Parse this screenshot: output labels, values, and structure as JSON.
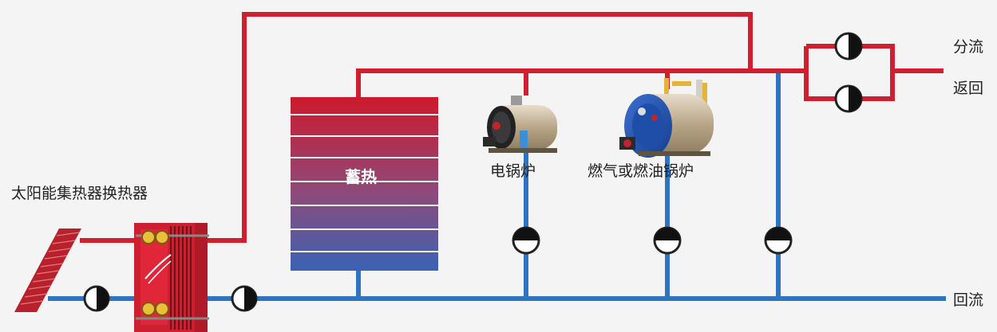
{
  "labels": {
    "solar_collector_exchanger": "太阳能集热器换热器",
    "storage_tank": "蓄热",
    "electric_boiler": "电锅炉",
    "gas_oil_boiler": "燃气或燃油锅炉",
    "supply_branch": "分流",
    "return_branch": "返回",
    "main_return": "回流"
  },
  "colors": {
    "hot_pipe": "#d0202f",
    "cold_pipe": "#2f74c0",
    "tank_top": "#c8182c",
    "tank_bottom": "#3a62b4",
    "background": "#f4f4f4"
  },
  "icons": {
    "pump": "pump-icon",
    "solar_panel": "solar-panel-icon",
    "plate_exchanger": "plate-heat-exchanger-icon",
    "electric_boiler": "electric-boiler-icon",
    "gas_boiler": "gas-boiler-icon"
  }
}
